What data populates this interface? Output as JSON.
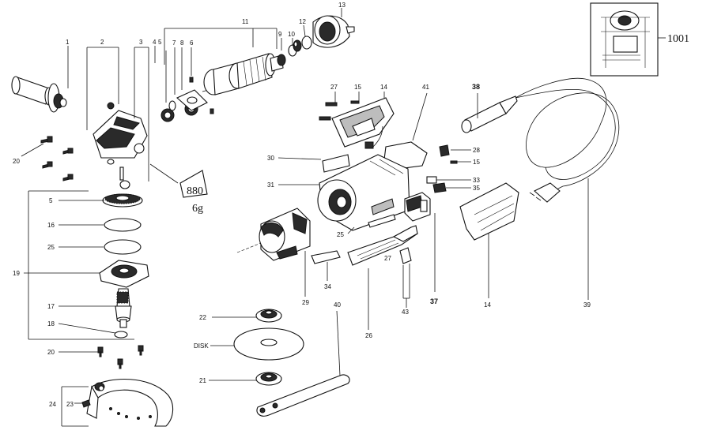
{
  "callouts": {
    "c1": "1",
    "c2": "2",
    "c3": "3",
    "c4": "4",
    "c5a": "5",
    "c6": "6",
    "c7": "7",
    "c8": "8",
    "c9": "9",
    "c10": "10",
    "c11": "11",
    "c12": "12",
    "c13": "13",
    "c20a": "20",
    "c5b": "5",
    "c16": "16",
    "c25a": "25",
    "c19": "19",
    "c17": "17",
    "c18": "18",
    "c20b": "20",
    "c24": "24",
    "c23": "23",
    "c27a": "27",
    "c15a": "15",
    "c14a": "14",
    "c41": "41",
    "c38": "38",
    "c30": "30",
    "c31": "31",
    "c28": "28",
    "c15b": "15",
    "c33": "33",
    "c35": "35",
    "c25b": "25",
    "c27b": "27",
    "c34": "34",
    "c29": "29",
    "c37": "37",
    "c14b": "14",
    "c43": "43",
    "c39": "39",
    "c26": "26",
    "c40": "40",
    "c22": "22",
    "disk": "DISK",
    "c21": "21",
    "c1001": "1001"
  },
  "grease_label": {
    "code": "880",
    "weight": "6g"
  },
  "icons": {
    "inset": "wiring-schematic-icon"
  }
}
